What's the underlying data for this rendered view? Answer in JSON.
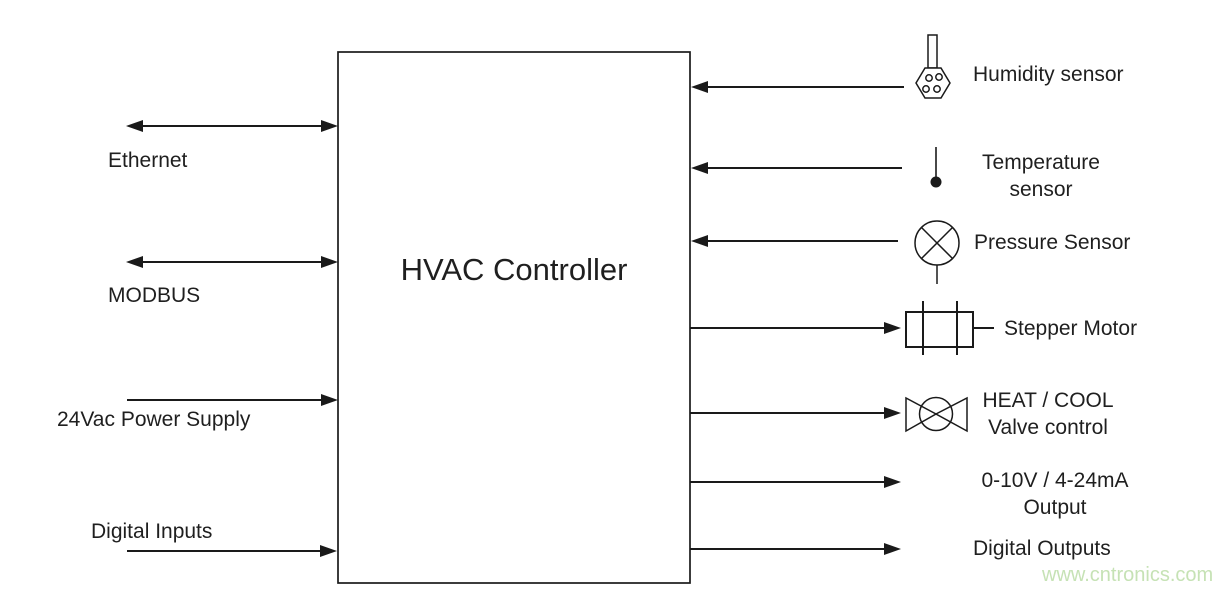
{
  "controller": {
    "title": "HVAC Controller"
  },
  "left_connections": [
    {
      "label": "Ethernet",
      "direction": "bidirectional"
    },
    {
      "label": "MODBUS",
      "direction": "bidirectional"
    },
    {
      "label": "24Vac Power Supply",
      "direction": "input"
    },
    {
      "label": "Digital Inputs",
      "direction": "input"
    }
  ],
  "right_connections": [
    {
      "label": "Humidity sensor",
      "icon": "humidity-sensor-icon",
      "direction": "input"
    },
    {
      "label": "Temperature sensor",
      "icon": "temperature-sensor-icon",
      "direction": "input"
    },
    {
      "label": "Pressure Sensor",
      "icon": "pressure-sensor-icon",
      "direction": "input"
    },
    {
      "label": "Stepper Motor",
      "icon": "stepper-motor-icon",
      "direction": "output"
    },
    {
      "label": "HEAT / COOL Valve control",
      "icon": "valve-icon",
      "direction": "output"
    },
    {
      "label": "0-10V / 4-24mA Output",
      "icon": "none",
      "direction": "output"
    },
    {
      "label": "Digital Outputs",
      "icon": "none",
      "direction": "output"
    }
  ],
  "watermark": {
    "text": "www.cntronics.com",
    "color": "#c6e2b5"
  },
  "colors": {
    "line": "#1a1a1a",
    "text": "#1f1f1f",
    "background": "#ffffff"
  }
}
